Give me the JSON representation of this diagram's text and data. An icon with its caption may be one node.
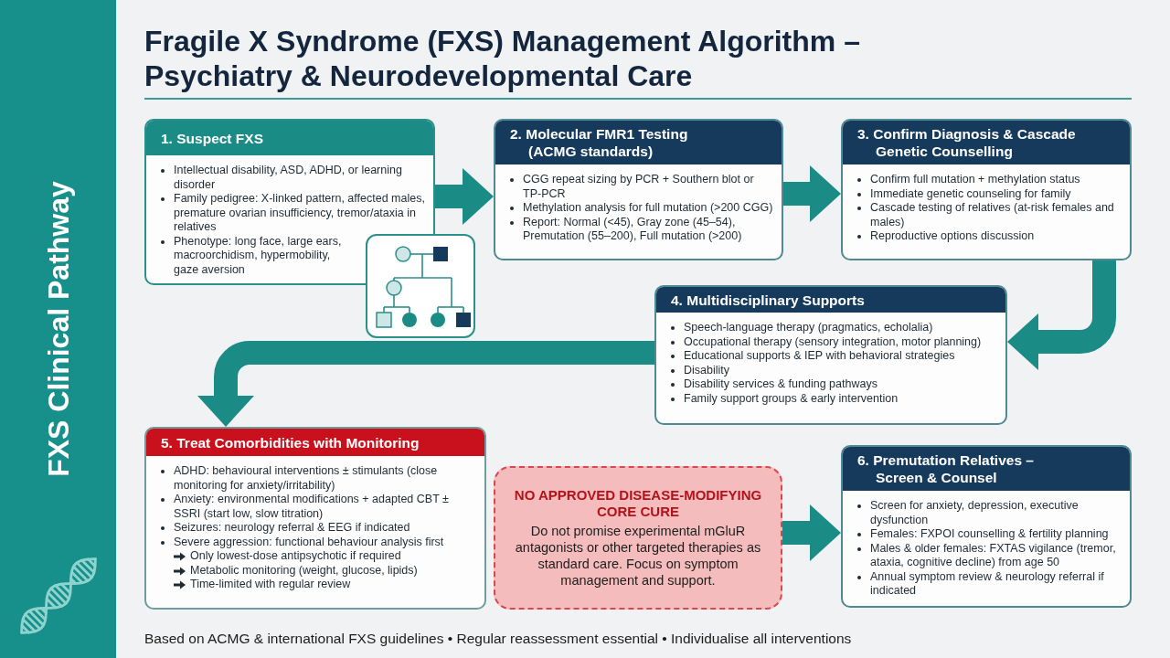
{
  "diagram": {
    "title": "Fragile X Syndrome (FXS) Management Algorithm – Psychiatry & Neurodevelopmental Care",
    "nodes": [
      {
        "text": [
          "1. Suspect FXS",
          "Intellectual disability, ASD, ADHD, or learning disorder",
          "Family pedigree: X-linked pattern, affected males, premature ovarian insufficiency, tremor/ataxia in relatives",
          "Phenotype: long face, large ears, macroorchidism, hypermobility, gaze aversion"
        ]
      },
      {
        "text": [
          "2. Molecular FMR1 Testing (ACMG standards)",
          "CGG repeat sizing by PCR + Southern blot or TP-PCR",
          "Methylation analysis for full mutation (>200 CGG)",
          "Report: Normal (<45), Gray zone (45–54), Premutation (55–200), Full mutation (>200)"
        ]
      },
      {
        "text": [
          "3. Confirm Diagnosis & Cascade Genetic Counselling",
          "Confirm full mutation + methylation status",
          "Immediate genetic counseling for family",
          "Cascade testing of relatives (at-risk females and males)",
          "Reproductive options discussion"
        ]
      },
      {
        "text": [
          "4. Multidisciplinary Supports",
          "Speech-language therapy (pragmatics, echolalia)",
          "Occupational therapy (sensory integration, motor planning)",
          "Educational supports & IEP with behavioral strategies",
          "Disability",
          "Disability services & funding pathways",
          "Family support groups & early intervention"
        ]
      },
      {
        "text": [
          "5. Treat Comorbidities with Monitoring",
          "ADHD: behavioural interventions ± stimulants (close monitoring for anxiety/irritability)",
          "Anxiety: environmental modifications + adapted CBT ± SSRI (start low, slow titration)",
          "Seizures: neurology referral & EEG if indicated",
          "Severe aggression: functional behaviour analysis first",
          "Only lowest-dose antipsychotic if required",
          "Metabolic monitoring (weight, glucose, lipids)",
          "Time-limited with regular review"
        ]
      },
      {
        "text": [
          "NO APPROVED DISEASE-MODIFYING CORE CURE",
          "Do not promise experimental mGluR antagonists or other targeted therapies as standard care. Focus on symptom management and support."
        ]
      },
      {
        "text": [
          "6. Premutation Relatives – Screen & Counsel",
          "Screen for anxiety, depression, executive dysfunction",
          "Females: FXPOI counselling & fertility planning",
          "Males & older females: FXTAS vigilance (tremor, ataxia, cognitive decline) from age 50",
          "Annual symptom review & neurology referral if indicated"
        ]
      }
    ],
    "edges": [
      {
        "from": 0,
        "to": 1,
        "arrow": "to"
      },
      {
        "from": 1,
        "to": 2,
        "arrow": "to"
      },
      {
        "from": 2,
        "to": 3,
        "arrow": "to"
      },
      {
        "from": 3,
        "to": 4,
        "arrow": "to"
      },
      {
        "from": 5,
        "to": 6,
        "arrow": "to"
      }
    ],
    "labels": [
      "FXS Clinical Pathway",
      "Based on ACMG & international FXS guidelines • Regular reassessment essential • Individualise all interventions"
    ]
  }
}
